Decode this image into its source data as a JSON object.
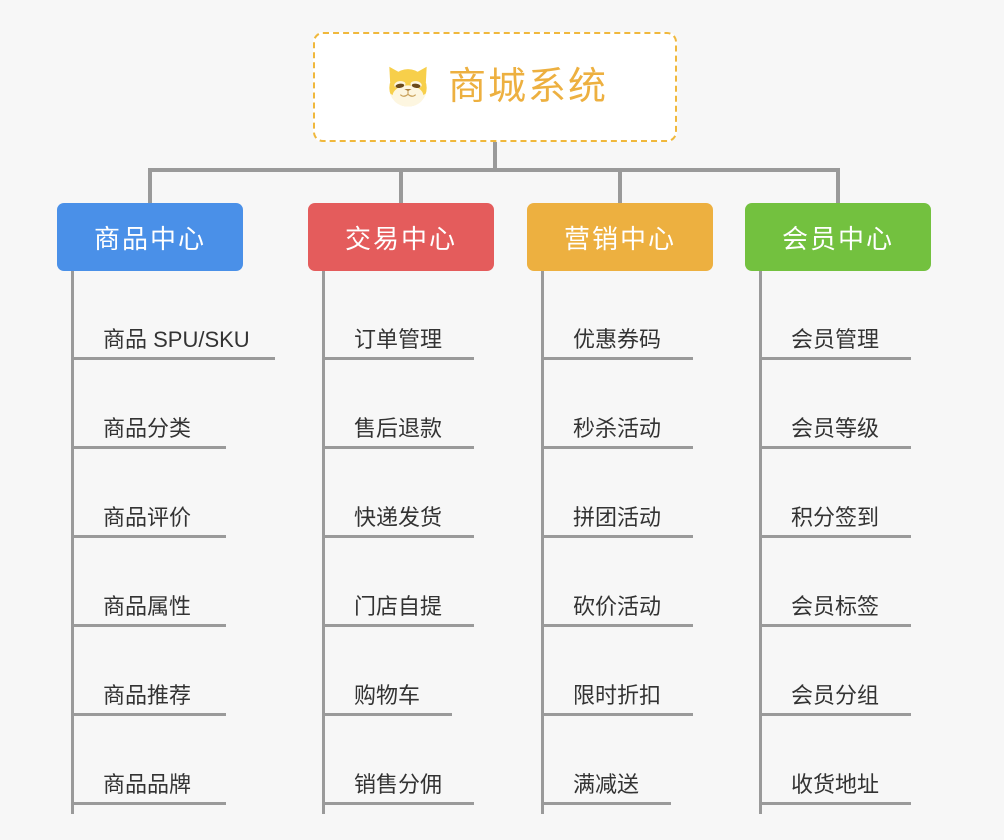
{
  "root": {
    "title": "商城系统",
    "icon": "shiba-dog-icon",
    "border_color": "#f0b83c",
    "text_color": "#edb040"
  },
  "colors": {
    "connector": "#9a9a9a",
    "background": "#f7f7f7",
    "leaf_text": "#333333"
  },
  "columns": [
    {
      "label": "商品中心",
      "color": "#4a90e8",
      "items": [
        "商品 SPU/SKU",
        "商品分类",
        "商品评价",
        "商品属性",
        "商品推荐",
        "商品品牌"
      ]
    },
    {
      "label": "交易中心",
      "color": "#e45c5c",
      "items": [
        "订单管理",
        "售后退款",
        "快递发货",
        "门店自提",
        "购物车",
        "销售分佣"
      ]
    },
    {
      "label": "营销中心",
      "color": "#edb040",
      "items": [
        "优惠券码",
        "秒杀活动",
        "拼团活动",
        "砍价活动",
        "限时折扣",
        "满减送"
      ]
    },
    {
      "label": "会员中心",
      "color": "#73c13f",
      "items": [
        "会员管理",
        "会员等级",
        "积分签到",
        "会员标签",
        "会员分组",
        "收货地址"
      ]
    }
  ]
}
